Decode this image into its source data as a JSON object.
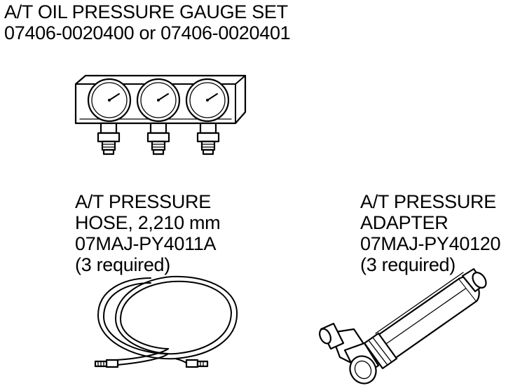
{
  "title": {
    "line1": "A/T OIL PRESSURE GAUGE SET",
    "line2": "07406-0020400 or 07406-0020401"
  },
  "hose": {
    "line1": "A/T PRESSURE",
    "line2": "HOSE, 2,210 mm",
    "line3": "07MAJ-PY4011A",
    "line4": "(3 required)"
  },
  "adapter": {
    "line1": "A/T PRESSURE",
    "line2": "ADAPTER",
    "line3": "07MAJ-PY40120",
    "line4": "(3 required)"
  },
  "icons": {
    "gauge_set": "pressure-gauge-set-icon",
    "hose": "pressure-hose-icon",
    "adapter": "pressure-adapter-icon"
  }
}
